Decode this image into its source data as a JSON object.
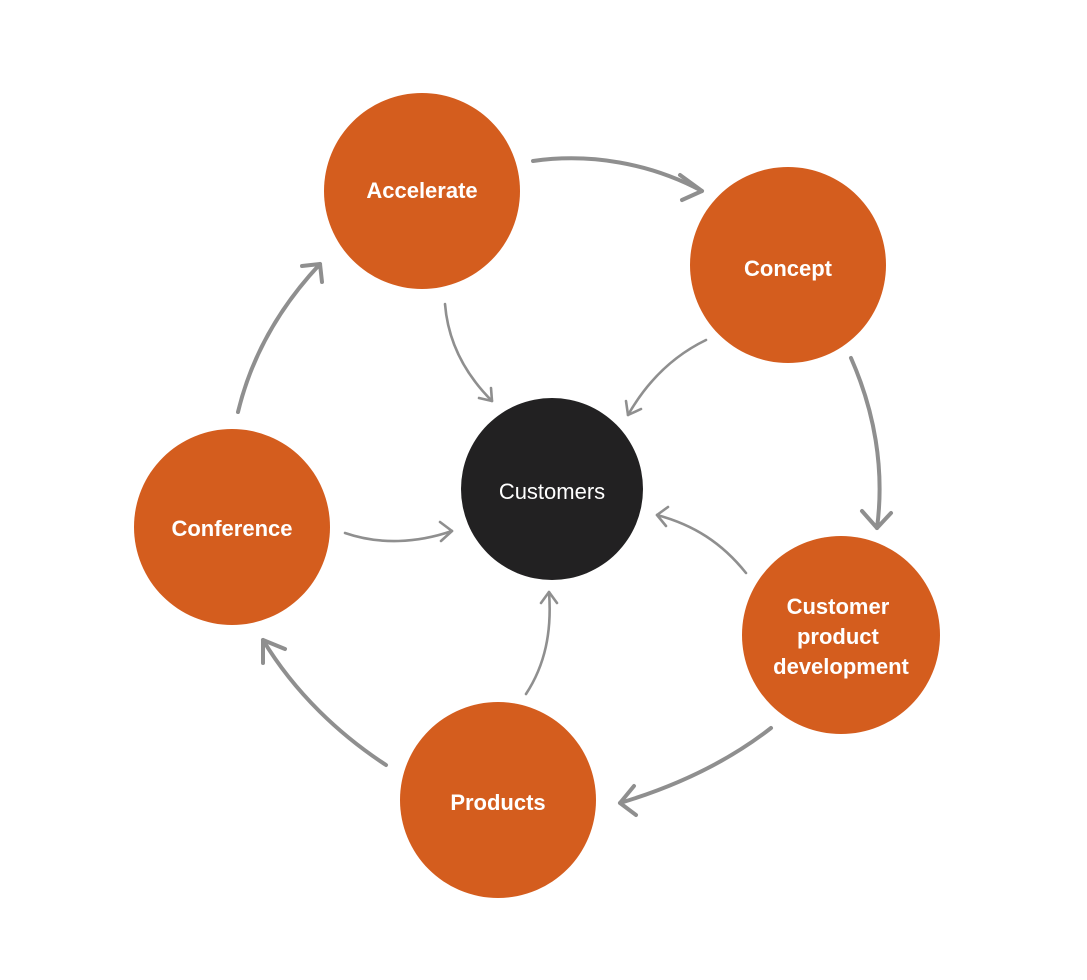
{
  "colors": {
    "node_fill": "#d45d1e",
    "center_fill": "#222122",
    "arrow": "#8f8f8f",
    "text": "#ffffff"
  },
  "center": {
    "label": "Customers"
  },
  "nodes": [
    {
      "id": "accelerate",
      "lines": [
        "Accelerate"
      ]
    },
    {
      "id": "concept",
      "lines": [
        "Concept"
      ]
    },
    {
      "id": "customer-product-development",
      "lines": [
        "Customer",
        "product",
        "development"
      ]
    },
    {
      "id": "products",
      "lines": [
        "Products"
      ]
    },
    {
      "id": "conference",
      "lines": [
        "Conference"
      ]
    }
  ],
  "cycle_arrows": [
    {
      "from": "accelerate",
      "to": "concept"
    },
    {
      "from": "concept",
      "to": "customer-product-development"
    },
    {
      "from": "customer-product-development",
      "to": "products"
    },
    {
      "from": "products",
      "to": "conference"
    },
    {
      "from": "conference",
      "to": "accelerate"
    }
  ],
  "center_arrows": [
    {
      "from": "accelerate",
      "to": "customers"
    },
    {
      "from": "concept",
      "to": "customers"
    },
    {
      "from": "customer-product-development",
      "to": "customers"
    },
    {
      "from": "products",
      "to": "customers"
    },
    {
      "from": "conference",
      "to": "customers"
    }
  ]
}
